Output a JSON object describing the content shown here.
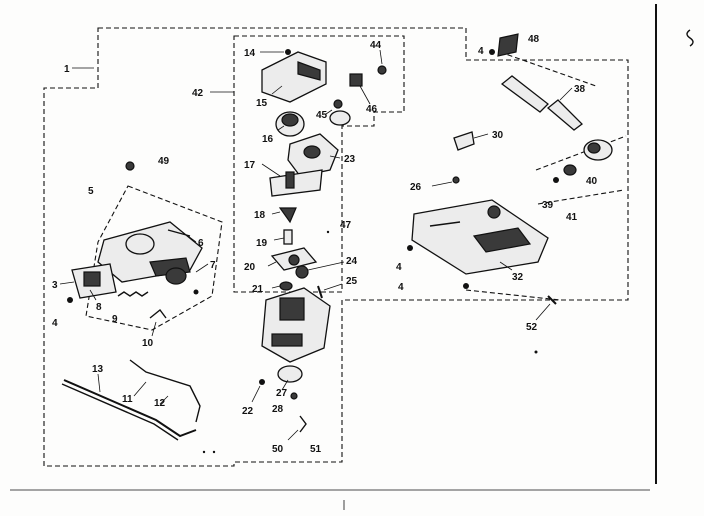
{
  "diagram": {
    "callouts": [
      {
        "id": "c1",
        "text": "1"
      },
      {
        "id": "c3",
        "text": "3"
      },
      {
        "id": "c4a",
        "text": "4"
      },
      {
        "id": "c4b",
        "text": "4"
      },
      {
        "id": "c4c",
        "text": "4"
      },
      {
        "id": "c4d",
        "text": "4"
      },
      {
        "id": "c5",
        "text": "5"
      },
      {
        "id": "c6",
        "text": "6"
      },
      {
        "id": "c7",
        "text": "7"
      },
      {
        "id": "c8",
        "text": "8"
      },
      {
        "id": "c9",
        "text": "9"
      },
      {
        "id": "c10",
        "text": "10"
      },
      {
        "id": "c11",
        "text": "11"
      },
      {
        "id": "c12",
        "text": "12"
      },
      {
        "id": "c13",
        "text": "13"
      },
      {
        "id": "c14",
        "text": "14"
      },
      {
        "id": "c15",
        "text": "15"
      },
      {
        "id": "c16",
        "text": "16"
      },
      {
        "id": "c17",
        "text": "17"
      },
      {
        "id": "c18",
        "text": "18"
      },
      {
        "id": "c19",
        "text": "19"
      },
      {
        "id": "c20",
        "text": "20"
      },
      {
        "id": "c21",
        "text": "21"
      },
      {
        "id": "c22",
        "text": "22"
      },
      {
        "id": "c23",
        "text": "23"
      },
      {
        "id": "c24",
        "text": "24"
      },
      {
        "id": "c25",
        "text": "25"
      },
      {
        "id": "c26",
        "text": "26"
      },
      {
        "id": "c27",
        "text": "27"
      },
      {
        "id": "c28",
        "text": "28"
      },
      {
        "id": "c30",
        "text": "30"
      },
      {
        "id": "c32",
        "text": "32"
      },
      {
        "id": "c38",
        "text": "38"
      },
      {
        "id": "c39",
        "text": "39"
      },
      {
        "id": "c40",
        "text": "40"
      },
      {
        "id": "c41",
        "text": "41"
      },
      {
        "id": "c42",
        "text": "42"
      },
      {
        "id": "c44",
        "text": "44"
      },
      {
        "id": "c45",
        "text": "45"
      },
      {
        "id": "c46",
        "text": "46"
      },
      {
        "id": "c47",
        "text": "47"
      },
      {
        "id": "c48",
        "text": "48"
      },
      {
        "id": "c49",
        "text": "49"
      },
      {
        "id": "c50",
        "text": "50"
      },
      {
        "id": "c51",
        "text": "51"
      },
      {
        "id": "c52",
        "text": "52"
      }
    ]
  }
}
